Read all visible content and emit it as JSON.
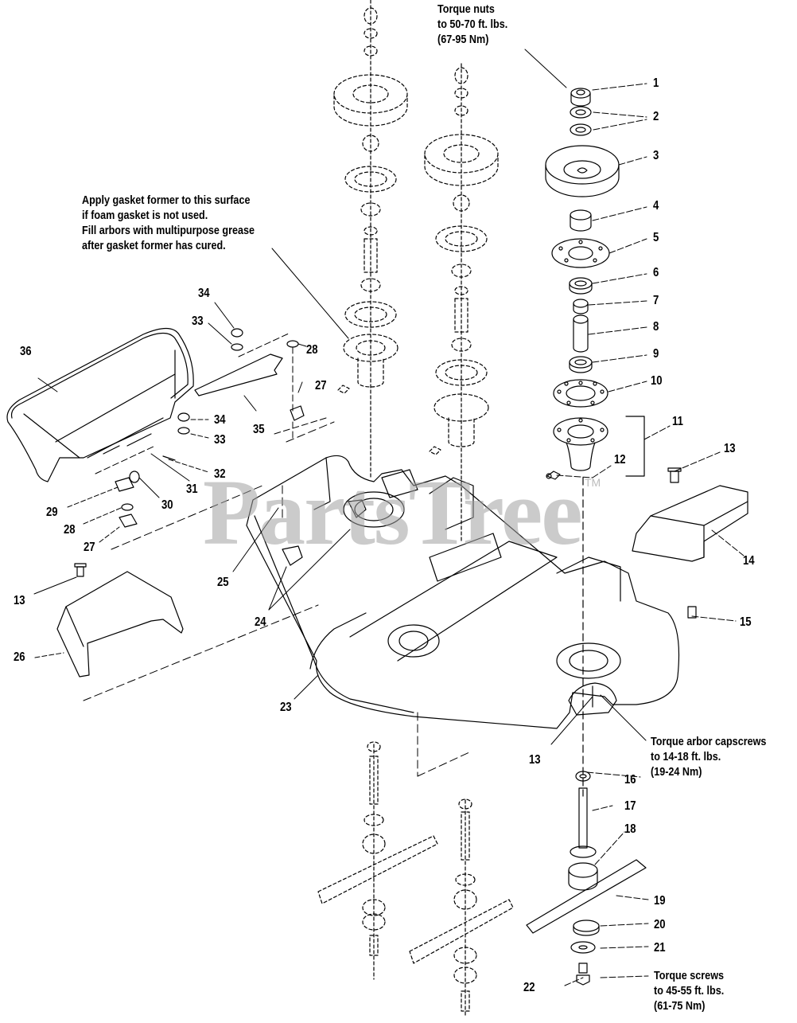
{
  "diagram": {
    "title": "Mower deck exploded parts view",
    "watermark": "PartsTree",
    "watermark_mark": "TM",
    "notes": {
      "torque_nuts": "Torque nuts\nto 50-70 ft. lbs.\n(67-95 Nm)",
      "gasket": "Apply gasket former to this surface\nif foam gasket is not used.\nFill arbors with multipurpose grease\nafter gasket former has cured.",
      "arbor_capscrews": "Torque arbor capscrews\nto 14-18 ft. lbs.\n(19-24 Nm)",
      "torque_screws": "Torque screws\nto 45-55 ft. lbs.\n(61-75 Nm)"
    },
    "callouts": [
      {
        "id": "c1",
        "label": "1"
      },
      {
        "id": "c2",
        "label": "2"
      },
      {
        "id": "c3",
        "label": "3"
      },
      {
        "id": "c4",
        "label": "4"
      },
      {
        "id": "c5",
        "label": "5"
      },
      {
        "id": "c6",
        "label": "6"
      },
      {
        "id": "c7",
        "label": "7"
      },
      {
        "id": "c8",
        "label": "8"
      },
      {
        "id": "c9",
        "label": "9"
      },
      {
        "id": "c10",
        "label": "10"
      },
      {
        "id": "c11",
        "label": "11"
      },
      {
        "id": "c12",
        "label": "12"
      },
      {
        "id": "c13a",
        "label": "13"
      },
      {
        "id": "c14",
        "label": "14"
      },
      {
        "id": "c15",
        "label": "15"
      },
      {
        "id": "c13b",
        "label": "13"
      },
      {
        "id": "c16",
        "label": "16"
      },
      {
        "id": "c17",
        "label": "17"
      },
      {
        "id": "c18",
        "label": "18"
      },
      {
        "id": "c19",
        "label": "19"
      },
      {
        "id": "c20",
        "label": "20"
      },
      {
        "id": "c21",
        "label": "21"
      },
      {
        "id": "c22",
        "label": "22"
      },
      {
        "id": "c23",
        "label": "23"
      },
      {
        "id": "c24",
        "label": "24"
      },
      {
        "id": "c25",
        "label": "25"
      },
      {
        "id": "c13c",
        "label": "13"
      },
      {
        "id": "c26",
        "label": "26"
      },
      {
        "id": "c27a",
        "label": "27"
      },
      {
        "id": "c28a",
        "label": "28"
      },
      {
        "id": "c29",
        "label": "29"
      },
      {
        "id": "c30",
        "label": "30"
      },
      {
        "id": "c31",
        "label": "31"
      },
      {
        "id": "c32",
        "label": "32"
      },
      {
        "id": "c33a",
        "label": "33"
      },
      {
        "id": "c34a",
        "label": "34"
      },
      {
        "id": "c35",
        "label": "35"
      },
      {
        "id": "c36",
        "label": "36"
      },
      {
        "id": "c33b",
        "label": "33"
      },
      {
        "id": "c34b",
        "label": "34"
      },
      {
        "id": "c28b",
        "label": "28"
      },
      {
        "id": "c27b",
        "label": "27"
      }
    ]
  }
}
